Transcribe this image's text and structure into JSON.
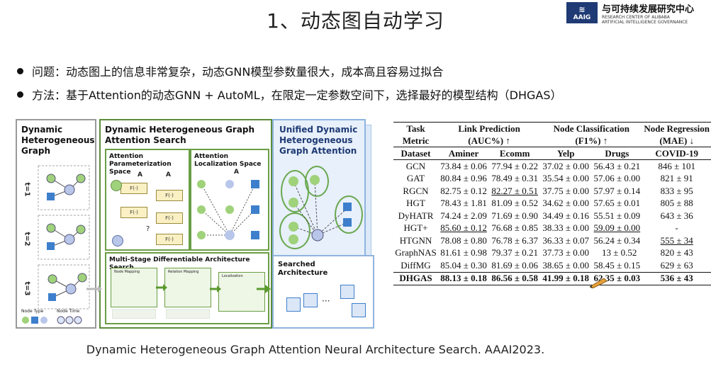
{
  "slide": {
    "title": "1、动态图自动学习",
    "logo": {
      "mark_top": "≋",
      "mark_text": "AAIG",
      "name_cn": "与可持续发展研究中心",
      "name_en_1": "RESEARCH CENTER OF ALIBABA",
      "name_en_2": "ARTIFICIAL INTELLIGENCE GOVERNANCE"
    },
    "bullets": [
      "问题：动态图上的信息非常复杂，动态GNN模型参数量很大，成本高且容易过拟合",
      "方法：基于Attention的动态GNN + AutoML，在限定一定参数空间下，选择最好的模型结构（DHGAS）"
    ],
    "caption": "Dynamic Heterogeneous Graph Attention Neural Architecture Search. AAAI2023."
  },
  "figure": {
    "panel1": {
      "title": "Dynamic Heterogeneous Graph",
      "t_labels": [
        "t=1",
        "t=2",
        "t=3"
      ],
      "legend": [
        "Node Type",
        "Node Time"
      ]
    },
    "panel2": {
      "title": "Dynamic Heterogeneous Graph Attention Search",
      "sub1": "Attention Parameterization Space",
      "sub2": "Attention Localization Space",
      "sub3": "Multi-Stage Differentiable Architecture Search",
      "sub3_stages": [
        "Node Mapping",
        "Relation Mapping",
        "Localization"
      ],
      "fbox_label": "F(·)",
      "a_n": "A",
      "a_r": "A",
      "a_loc": "A",
      "q": "?"
    },
    "panel3": {
      "title": "Unified Dynamic Heterogeneous Graph Attention"
    },
    "panel4": {
      "title": "Searched Architecture",
      "dots": "···"
    }
  },
  "table": {
    "header1": [
      "Task",
      "Link Prediction",
      "Node Classification",
      "Node Regression"
    ],
    "header2": [
      "Metric",
      "(AUC%) ↑",
      "(F1%) ↑",
      "(MAE) ↓"
    ],
    "header3": [
      "Dataset",
      "Aminer",
      "Ecomm",
      "Yelp",
      "Drugs",
      "COVID-19"
    ],
    "rows": [
      [
        "GCN",
        "73.84 ± 0.06",
        "77.94 ± 0.22",
        "37.02 ± 0.00",
        "56.43 ± 0.21",
        "846 ± 101"
      ],
      [
        "GAT",
        "80.84 ± 0.96",
        "78.49 ± 0.31",
        "35.54 ± 0.00",
        "57.06 ± 0.00",
        "821 ± 91"
      ],
      [
        "RGCN",
        "82.75 ± 0.12",
        "82.27 ± 0.51",
        "37.75 ± 0.00",
        "57.97 ± 0.14",
        "833 ± 95"
      ],
      [
        "HGT",
        "78.43 ± 1.81",
        "81.09 ± 0.52",
        "34.62 ± 0.00",
        "57.65 ± 0.01",
        "805 ± 88"
      ],
      [
        "DyHATR",
        "74.24 ± 2.09",
        "71.69 ± 0.90",
        "34.49 ± 0.16",
        "55.51 ± 0.09",
        "643 ± 36"
      ],
      [
        "HGT+",
        "85.60 ± 0.12",
        "76.68 ± 0.85",
        "38.33 ± 0.00",
        "59.09 ± 0.00",
        "-"
      ],
      [
        "HTGNN",
        "78.08 ± 0.80",
        "76.78 ± 6.37",
        "36.33 ± 0.07",
        "56.24 ± 0.34",
        "555 ± 34"
      ],
      [
        "GraphNAS",
        "81.61 ± 0.98",
        "79.37 ± 0.21",
        "37.73 ± 0.00",
        "13 ± 0.52",
        "820 ± 43"
      ],
      [
        "DiffMG",
        "85.04 ± 0.30",
        "81.69 ± 0.06",
        "38.65 ± 0.00",
        "58.45 ± 0.15",
        "629 ± 63"
      ],
      [
        "DHGAS",
        "88.13 ± 0.18",
        "86.56 ± 0.58",
        "41.99 ± 0.18",
        "62.35 ± 0.03",
        "536 ± 43"
      ]
    ]
  }
}
